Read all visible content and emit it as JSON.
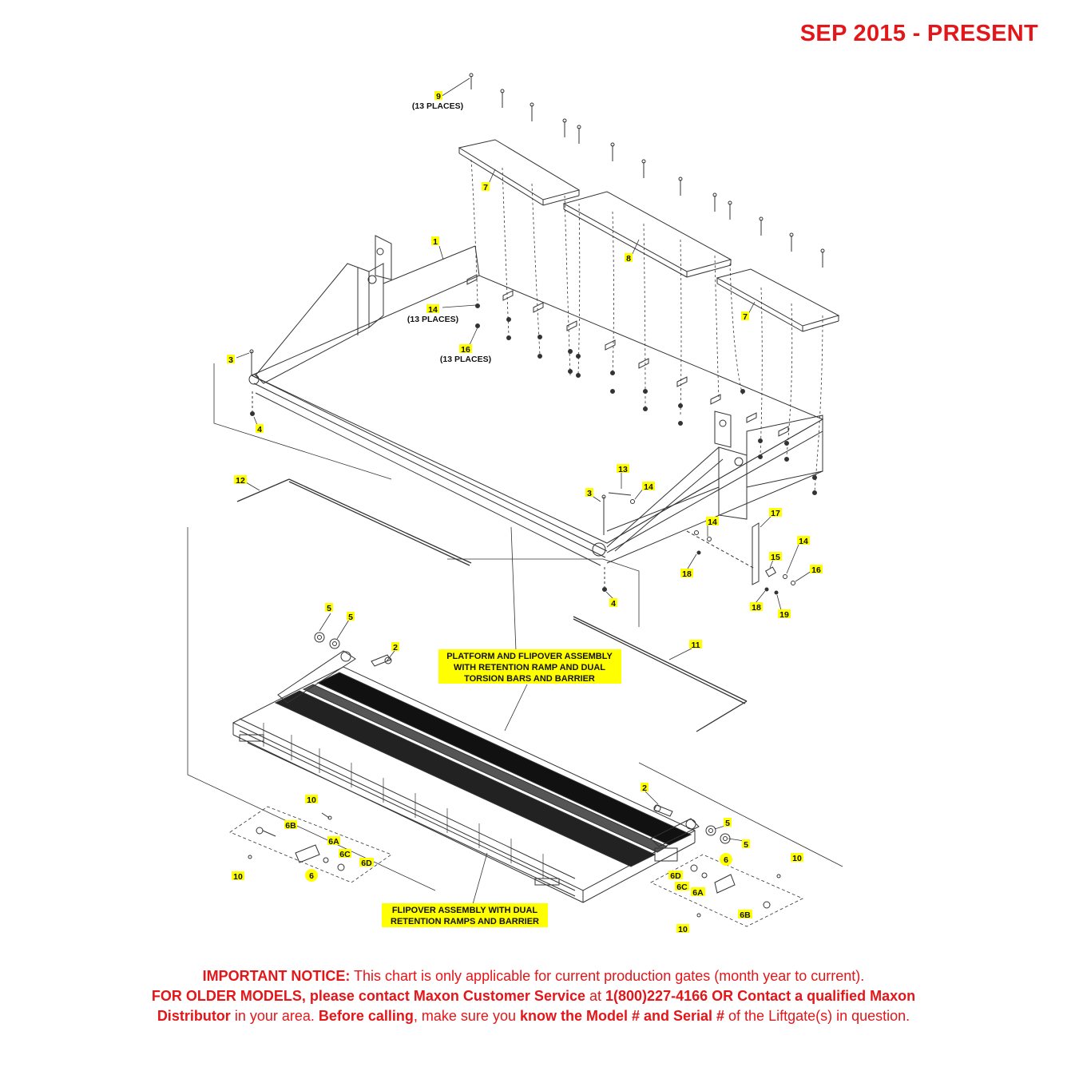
{
  "header": {
    "date_range": "SEP 2015 - PRESENT"
  },
  "parts": {
    "p1": "1",
    "p2": "2",
    "p3": "3",
    "p4": "4",
    "p5": "5",
    "p6": "6",
    "p6a": "6A",
    "p6b": "6B",
    "p6c": "6C",
    "p6d": "6D",
    "p7": "7",
    "p8": "8",
    "p9": "9",
    "p10": "10",
    "p11": "11",
    "p12": "12",
    "p13": "13",
    "p14": "14",
    "p15": "15",
    "p16": "16",
    "p17": "17",
    "p18": "18",
    "p19": "19"
  },
  "qty": {
    "places13": "(13 PLACES)"
  },
  "callouts": {
    "platform": [
      "PLATFORM AND FLIPOVER ASSEMBLY",
      "WITH RETENTION RAMP AND DUAL",
      "TORSION BARS AND BARRIER"
    ],
    "flipover": [
      "FLIPOVER ASSEMBLY WITH DUAL",
      "RETENTION RAMPS AND BARRIER"
    ]
  },
  "notice": {
    "line1_bold": "IMPORTANT NOTICE:",
    "line1_rest": " This chart is only applicable for current production gates (month year to current).",
    "line2_bold_a": "FOR OLDER MODELS, please contact Maxon Customer Service",
    "line2_mid": " at ",
    "line2_bold_b": "1(800)227-4166 OR Contact a qualified Maxon",
    "line3_bold_a": "Distributor",
    "line3_mid_a": " in your area. ",
    "line3_bold_b": "Before calling",
    "line3_mid_b": ", make sure you ",
    "line3_bold_c": "know the Model # and Serial #",
    "line3_end": " of the Liftgate(s) in question."
  },
  "colors": {
    "header_red": "#e3161a",
    "highlight": "#ffff00",
    "line": "#333333"
  }
}
